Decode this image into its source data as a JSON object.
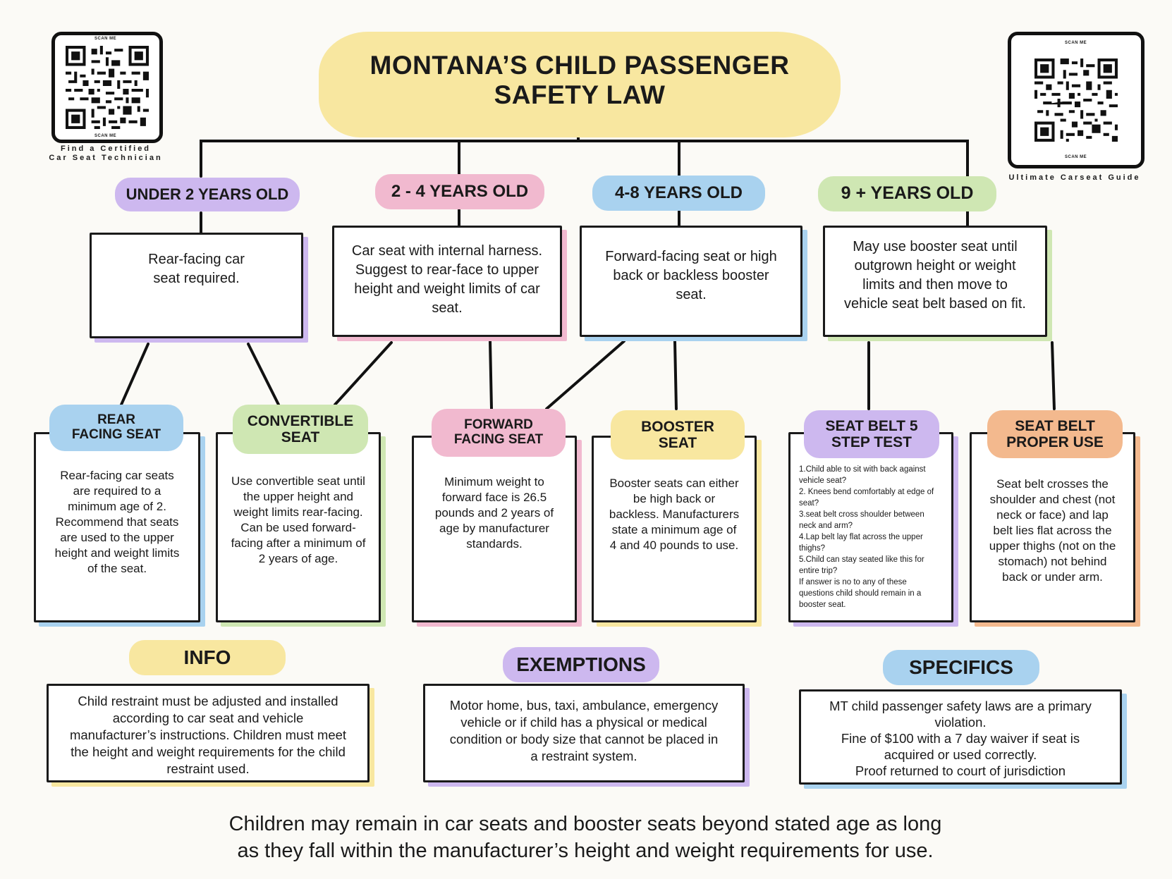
{
  "title": {
    "line1": "MONTANA’S CHILD PASSENGER",
    "line2": "SAFETY LAW"
  },
  "qr_left": {
    "caption_line1": "Find a Certified",
    "caption_line2": "Car Seat Technician",
    "scan_label": "SCAN ME"
  },
  "qr_right": {
    "caption": "Ultimate Carseat Guide",
    "scan_label": "SCAN ME"
  },
  "age_groups": [
    {
      "label": "UNDER 2 YEARS OLD",
      "text": "Rear-facing car seat required.",
      "color": "#cdb8ef"
    },
    {
      "label": "2 - 4 YEARS OLD",
      "text": "Car seat with internal harness. Suggest to rear-face to upper height and weight limits of car seat.",
      "color": "#f1b9cf"
    },
    {
      "label": "4-8 YEARS OLD",
      "text": "Forward-facing seat or high back or backless booster seat.",
      "color": "#a9d2ef"
    },
    {
      "label": "9 + YEARS OLD",
      "text": "May use booster seat until outgrown height or weight limits and then move to vehicle seat belt based on fit.",
      "color": "#cfe7b3"
    }
  ],
  "seat_types": [
    {
      "label": "REAR FACING SEAT",
      "text": "Rear-facing car seats are required to a minimum age of 2. Recommend that seats are used to the upper height and weight limits of the seat.",
      "color": "#a9d2ef"
    },
    {
      "label": "CONVERTIBLE SEAT",
      "text": "Use convertible seat until the upper height and weight limits rear-facing. Can be used forward-facing after a minimum of 2 years of age.",
      "color": "#cfe7b3"
    },
    {
      "label": "FORWARD FACING SEAT",
      "text": "Minimum weight to forward face is 26.5 pounds and 2 years of age by manufacturer standards.",
      "color": "#f1b9cf"
    },
    {
      "label": "BOOSTER SEAT",
      "text": "Booster seats can either be high back or backless. Manufacturers state a minimum age of 4 and 40 pounds to use.",
      "color": "#f8e7a0"
    },
    {
      "label": "SEAT BELT 5 STEP TEST",
      "color": "#cdb8ef",
      "steps": [
        "1.Child able to sit with back against vehicle seat?",
        "2. Knees bend comfortably at edge of seat?",
        "3.seat belt cross shoulder between neck and arm?",
        "4.Lap belt lay flat across the upper thighs?",
        "5.Child can stay seated like this for entire trip?",
        "If answer is no to any of these questions child should remain in a booster seat."
      ]
    },
    {
      "label": "SEAT BELT PROPER USE",
      "text": "Seat belt crosses the shoulder and chest (not neck or face) and lap belt lies flat across the upper thighs (not on the stomach) not behind back or under arm.",
      "color": "#f3b98e"
    }
  ],
  "info": {
    "label": "INFO",
    "text": "Child restraint must be adjusted and installed according to car seat and vehicle manufacturer’s instructions. Children must meet the height and weight requirements for the child restraint used.",
    "color": "#f8e7a0"
  },
  "exemptions": {
    "label": "EXEMPTIONS",
    "text": "Motor home, bus, taxi, ambulance, emergency vehicle or if child has a physical or medical condition or body size that cannot be placed in a restraint system.",
    "color": "#cdb8ef"
  },
  "specifics": {
    "label": "SPECIFICS",
    "lines": [
      "MT child passenger safety laws are a primary violation.",
      "Fine of $100 with a 7 day waiver if seat is acquired or used correctly.",
      "Proof returned to court of jurisdiction"
    ],
    "color": "#a9d2ef"
  },
  "footer": {
    "line1": "Children may remain in car seats and booster seats beyond stated age as long",
    "line2": "as they fall within the manufacturer’s height and weight requirements for use."
  }
}
